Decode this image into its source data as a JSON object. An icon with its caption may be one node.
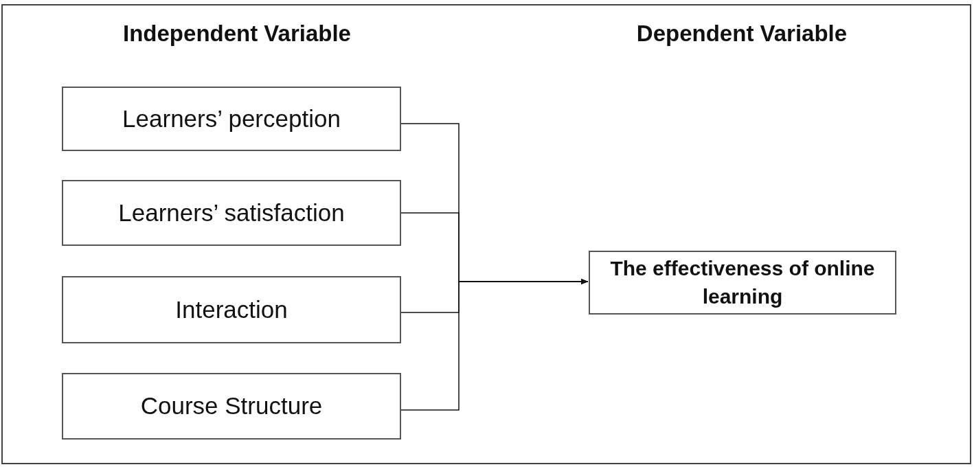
{
  "diagram": {
    "nodes": [
      {
        "text": [
          "Learners’ perception"
        ]
      },
      {
        "text": [
          "Learners’ satisfaction"
        ]
      },
      {
        "text": [
          "Interaction"
        ]
      },
      {
        "text": [
          "Course Structure"
        ]
      },
      {
        "text": [
          "The effectiveness of online learning"
        ]
      }
    ],
    "edges": [
      {
        "from": 0,
        "to": 4,
        "arrow": "to"
      },
      {
        "from": 1,
        "to": 4,
        "arrow": "to"
      },
      {
        "from": 2,
        "to": 4,
        "arrow": "to"
      },
      {
        "from": 3,
        "to": 4,
        "arrow": "to"
      }
    ],
    "labels": [
      "Independent Variable",
      "Dependent Variable"
    ]
  }
}
